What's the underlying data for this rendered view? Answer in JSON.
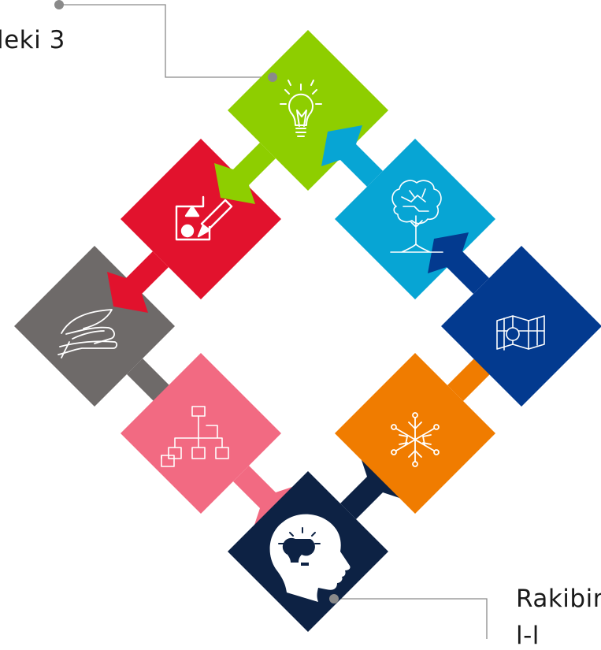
{
  "labels": {
    "top": "leki 3",
    "bottom": "Rakibin",
    "bottom_cut": "l-l"
  },
  "pieces": [
    {
      "id": "idea",
      "color": "#8ece00",
      "icon": "lightbulb-icon"
    },
    {
      "id": "tree",
      "color": "#07a5d4",
      "icon": "brain-tree-icon"
    },
    {
      "id": "map",
      "color": "#033a8f",
      "icon": "map-icon"
    },
    {
      "id": "snowflake",
      "color": "#f07c00",
      "icon": "snowflake-icon"
    },
    {
      "id": "head",
      "color": "#0d2244",
      "icon": "head-lightbulb-icon"
    },
    {
      "id": "hierarchy",
      "color": "#f26a82",
      "icon": "org-chart-icon"
    },
    {
      "id": "hands",
      "color": "#6e6a69",
      "icon": "hand-icon"
    },
    {
      "id": "design",
      "color": "#e2122d",
      "icon": "shapes-pencil-icon"
    }
  ],
  "connector_color": "#8a8a8a"
}
